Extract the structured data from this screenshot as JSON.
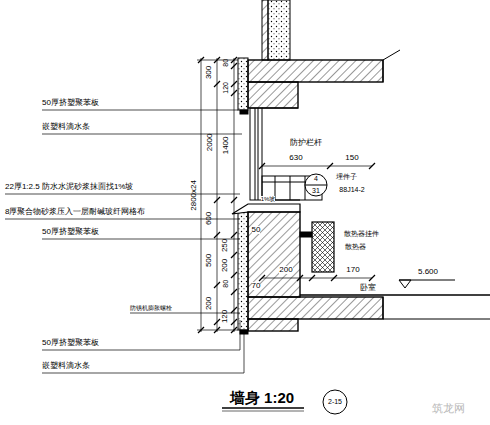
{
  "diagram": {
    "title": "墙身 1:20",
    "labels": [
      "2800x24",
      "300",
      "80",
      "120",
      "2000",
      "1400",
      "600",
      "250",
      "500",
      "200",
      "200",
      "80",
      "120",
      "50厚挤塑聚苯板",
      "嵌塑料滴水条",
      "22厚1:2.5 防水水泥砂浆抹面找1%坡",
      "8厚聚合物砂浆压入一层耐碱玻纤网格布",
      "50厚挤塑聚苯板",
      "防锈机膨胀螺栓",
      "50厚挤塑聚苯板",
      "嵌塑料滴水条",
      "防护栏杆",
      "630",
      "150",
      "埋件子",
      "88J14-2",
      "4",
      "31",
      "1%坡",
      "50",
      "散热器挂件",
      "散热器",
      "200",
      "170",
      "70",
      "卧室",
      "5.600",
      "2-15",
      "筑龙网"
    ]
  }
}
